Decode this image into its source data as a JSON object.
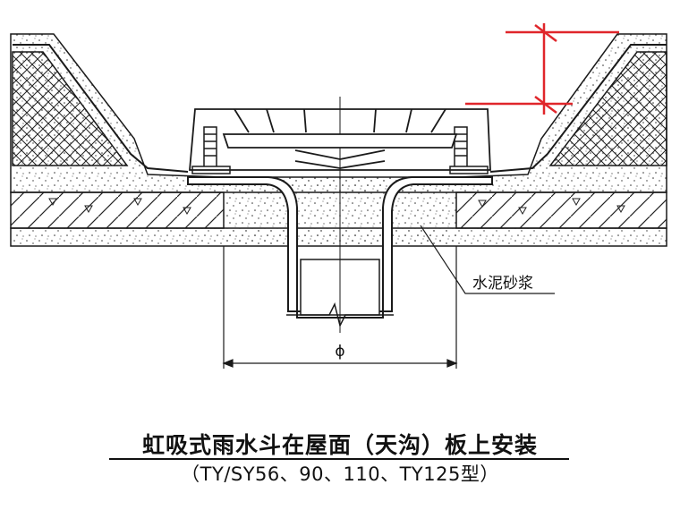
{
  "labels": {
    "mortar": "水泥砂浆",
    "diameter": "ϕ"
  },
  "caption": {
    "title": "虹吸式雨水斗在屋面（天沟）板上安装",
    "subtitle": "（TY/SY56、90、110、TY125型）"
  },
  "colors": {
    "line": "#1a1a1a",
    "annotation": "#e0262b",
    "background": "#ffffff"
  }
}
